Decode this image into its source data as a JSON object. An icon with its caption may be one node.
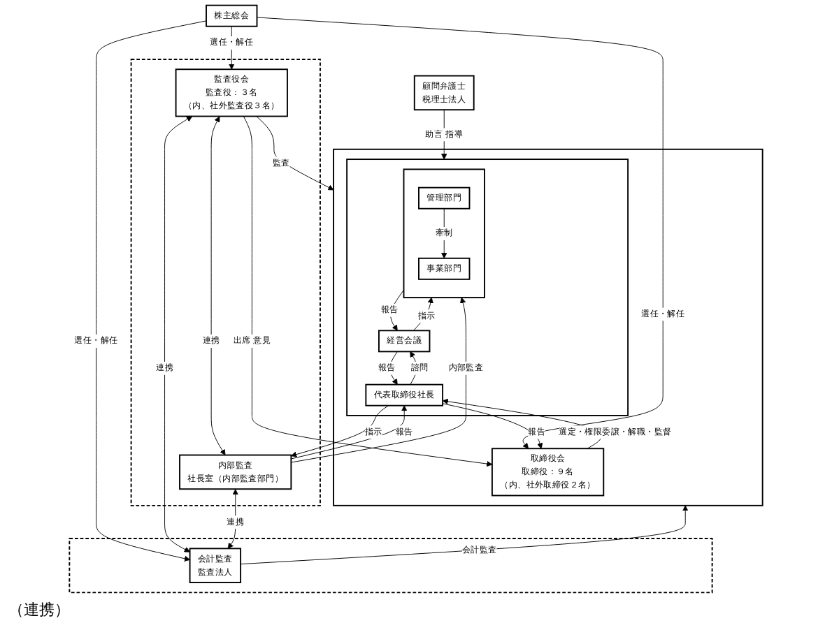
{
  "diagram": {
    "nodes": [
      {
        "text": [
          "株主総会"
        ]
      },
      {
        "text": [],
        "shape": "box"
      },
      {
        "text": [
          "監査役会",
          "監査役：３名",
          "（内、社外監査役３名）"
        ],
        "in": 1
      },
      {
        "text": [
          "内部監査",
          "社長室（内部監査部門）"
        ],
        "in": 1
      },
      {
        "text": [],
        "shape": "box"
      },
      {
        "text": [
          "会計監査",
          "監査法人"
        ],
        "in": 4
      },
      {
        "text": [
          "顧問弁護士",
          "税理士法人"
        ]
      },
      {
        "text": [],
        "shape": "box"
      },
      {
        "text": [
          "取締役会",
          "取締役：９名",
          "（内、社外取締役２名）"
        ],
        "in": 7
      },
      {
        "text": [],
        "shape": "box",
        "in": 7
      },
      {
        "text": [
          "代表取締役社長"
        ],
        "in": 9
      },
      {
        "text": [
          "経営会議"
        ],
        "in": 9
      },
      {
        "text": [],
        "shape": "box",
        "in": 9
      },
      {
        "text": [
          "管理部門"
        ],
        "in": 12
      },
      {
        "text": [
          "事業部門"
        ],
        "in": 12
      }
    ],
    "edges": [
      {
        "from": 0,
        "to": 5,
        "label": "選任・解任",
        "arrow": "to"
      },
      {
        "from": 0,
        "to": 2,
        "label": "選任・解任",
        "arrow": "to"
      },
      {
        "from": 0,
        "to": 8,
        "label": "選任・解任",
        "arrow": "to"
      },
      {
        "from": 2,
        "to": 8,
        "label": "出席 意見",
        "arrow": "to"
      },
      {
        "from": 2,
        "to": 7,
        "label": "監査",
        "arrow": "to"
      },
      {
        "from": 2,
        "to": 5,
        "label": "連携",
        "arrow": "both"
      },
      {
        "from": 2,
        "to": 3,
        "label": "連携",
        "arrow": "both"
      },
      {
        "from": 10,
        "to": 3,
        "label": "指示",
        "arrow": "to"
      },
      {
        "from": 3,
        "to": 10,
        "label": "報告",
        "arrow": "to"
      },
      {
        "from": 3,
        "to": 12,
        "label": "内部監査",
        "arrow": "to"
      },
      {
        "from": 3,
        "to": 5,
        "label": "連携",
        "arrow": "both"
      },
      {
        "from": 5,
        "to": 7,
        "label": "会計監査",
        "arrow": "to"
      },
      {
        "from": 6,
        "to": 9,
        "label": "助言 指導",
        "arrow": "to"
      },
      {
        "from": 8,
        "to": 10,
        "label": "選定・権限委譲・解職・監督",
        "arrow": "to"
      },
      {
        "from": 10,
        "to": 8,
        "label": "報告",
        "arrow": "to"
      },
      {
        "from": 10,
        "to": 11,
        "label": "諮問",
        "arrow": "to"
      },
      {
        "from": 11,
        "to": 10,
        "label": "報告",
        "arrow": "to"
      },
      {
        "from": 11,
        "to": 12,
        "label": "指示",
        "arrow": "to"
      },
      {
        "from": 12,
        "to": 11,
        "label": "報告",
        "arrow": "to"
      },
      {
        "from": 13,
        "to": 14,
        "label": "牽制",
        "arrow": "to"
      }
    ],
    "labels": [
      "（連携）"
    ]
  }
}
